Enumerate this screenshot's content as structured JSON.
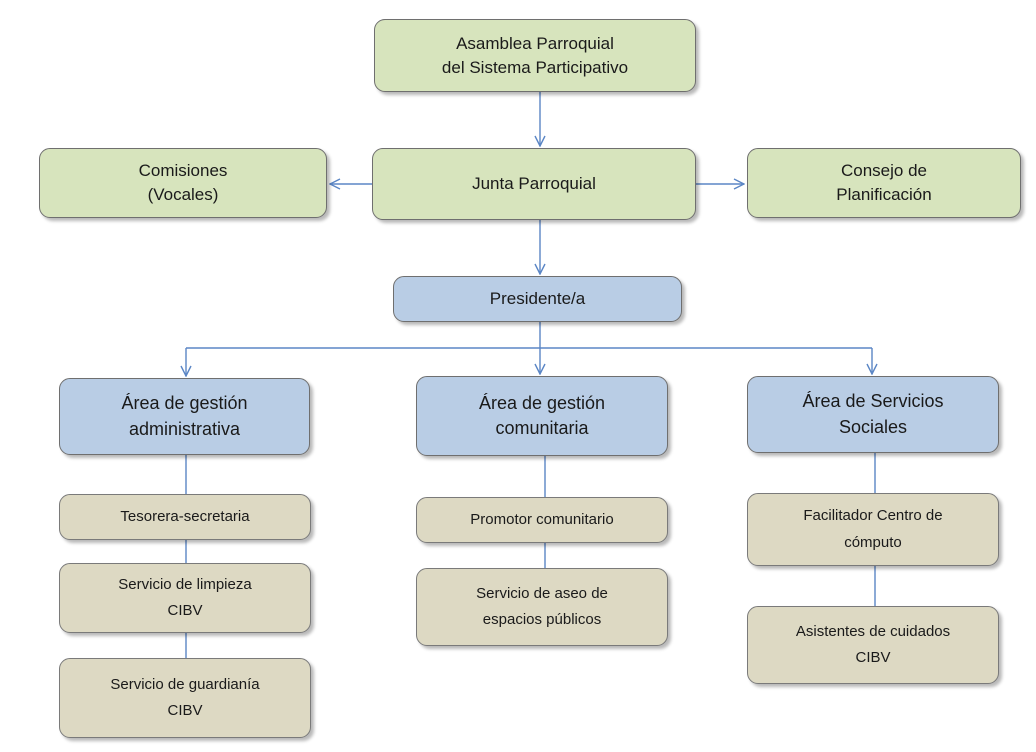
{
  "nodes": {
    "asamblea": {
      "lines": [
        "Asamblea  Parroquial",
        "del Sistema Participativo"
      ]
    },
    "comisiones": {
      "lines": [
        "Comisiones",
        "(Vocales)"
      ]
    },
    "junta": {
      "lines": [
        "Junta Parroquial"
      ]
    },
    "consejo": {
      "lines": [
        "Consejo de",
        "Planificación"
      ]
    },
    "presidente": {
      "lines": [
        "Presidente/a"
      ]
    },
    "area_admin": {
      "lines": [
        "Área de gestión",
        "administrativa"
      ]
    },
    "area_comunitaria": {
      "lines": [
        "Área de gestión",
        "comunitaria"
      ]
    },
    "area_servicios": {
      "lines": [
        "Área de Servicios",
        "Sociales"
      ]
    },
    "tesorera": {
      "lines": [
        "Tesorera-secretaria"
      ]
    },
    "limpieza": {
      "lines": [
        "Servicio de limpieza",
        "CIBV"
      ]
    },
    "guardiania": {
      "lines": [
        "Servicio de guardianía",
        "CIBV"
      ]
    },
    "promotor": {
      "lines": [
        "Promotor comunitario"
      ]
    },
    "aseo": {
      "lines": [
        "Servicio de aseo de",
        "espacios públicos"
      ]
    },
    "facilitador": {
      "lines": [
        "Facilitador Centro de",
        "cómputo"
      ]
    },
    "asistentes": {
      "lines": [
        "Asistentes de cuidados",
        "CIBV"
      ]
    }
  },
  "colors": {
    "green": "#d7e4bd",
    "blue": "#b9cde5",
    "tan": "#ddd9c3",
    "connector": "#5b86c5"
  }
}
